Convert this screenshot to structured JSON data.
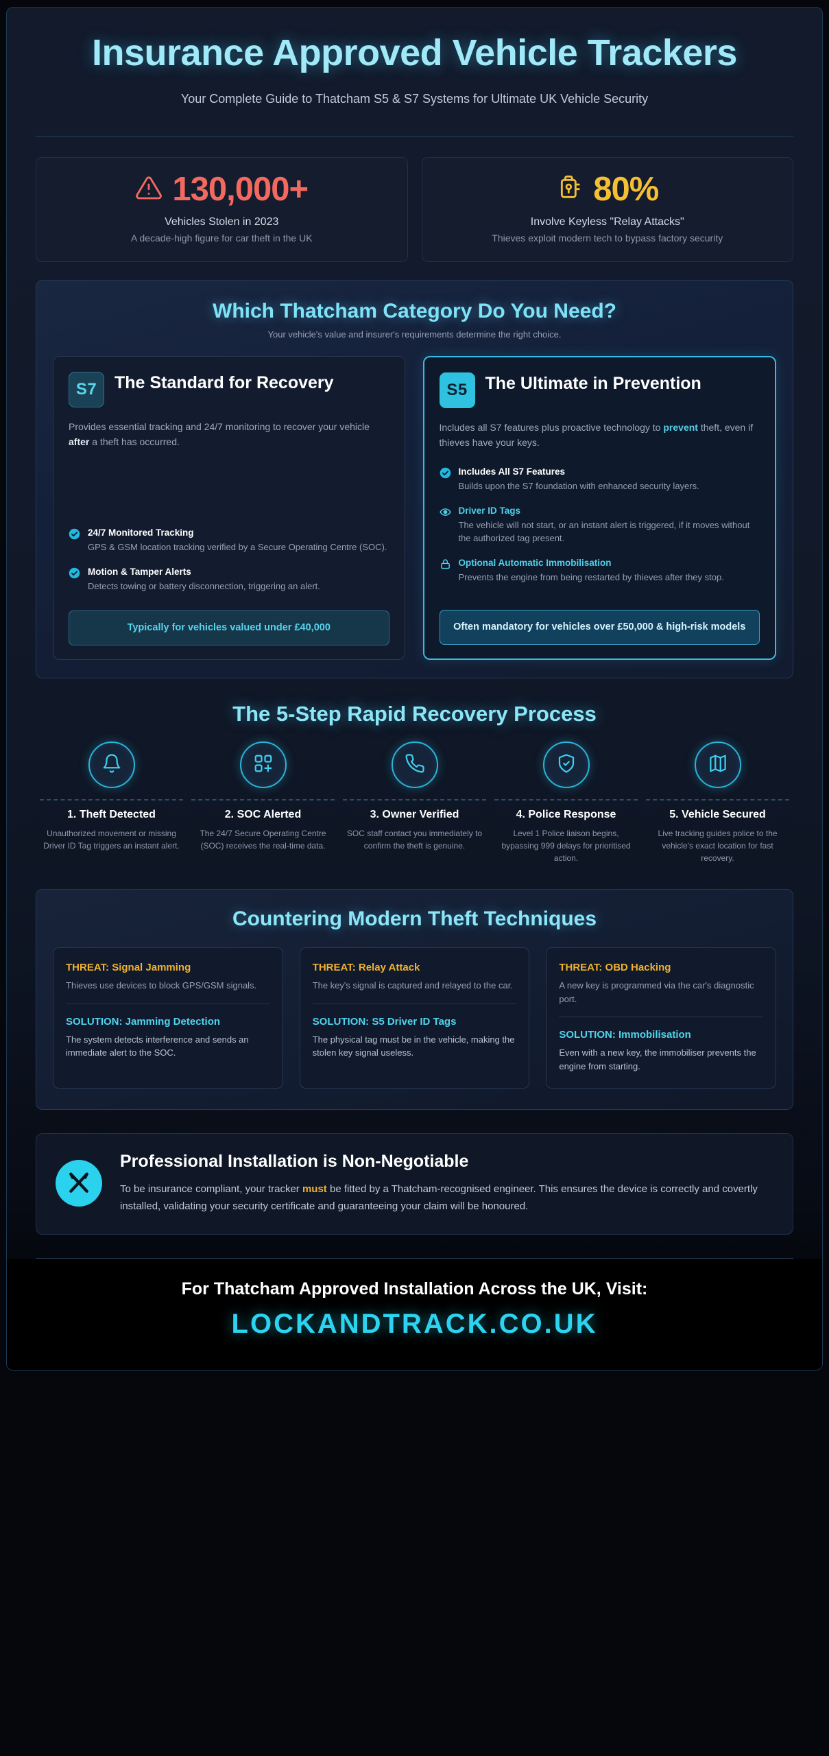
{
  "header": {
    "title": "Insurance Approved Vehicle Trackers",
    "subtitle": "Your Complete Guide to Thatcham S5 & S7 Systems for Ultimate UK Vehicle Security"
  },
  "stats": [
    {
      "icon": "warning-triangle-icon",
      "value": "130,000+",
      "color": "#f4695f",
      "label": "Vehicles Stolen in 2023",
      "note": "A decade-high figure for car theft in the UK"
    },
    {
      "icon": "key-fob-icon",
      "value": "80%",
      "color": "#f5bf33",
      "label": "Involve Keyless \"Relay Attacks\"",
      "note": "Thieves exploit modern tech to bypass factory security"
    }
  ],
  "category": {
    "title": "Which Thatcham Category Do You Need?",
    "subtitle": "Your vehicle's value and insurer's requirements determine the right choice.",
    "s7": {
      "badge": "S7",
      "title": "The Standard for Recovery",
      "desc_before": "Provides essential tracking and 24/7 monitoring to recover your vehicle ",
      "desc_bold": "after",
      "desc_after": " a theft has occurred.",
      "features": [
        {
          "icon": "check-circle-icon",
          "name": "24/7 Monitored Tracking",
          "text": "GPS & GSM location tracking verified by a Secure Operating Centre (SOC)."
        },
        {
          "icon": "check-circle-icon",
          "name": "Motion & Tamper Alerts",
          "text": "Detects towing or battery disconnection, triggering an alert."
        }
      ],
      "pill": "Typically for vehicles valued under £40,000"
    },
    "s5": {
      "badge": "S5",
      "title": "The Ultimate in Prevention",
      "desc_before": "Includes all S7 features plus proactive technology to ",
      "desc_bold": "prevent",
      "desc_after": " theft, even if thieves have your keys.",
      "features": [
        {
          "icon": "check-circle-icon",
          "name": "Includes All S7 Features",
          "text": "Builds upon the S7 foundation with enhanced security layers."
        },
        {
          "icon": "eye-icon",
          "name": "Driver ID Tags",
          "text": "The vehicle will not start, or an instant alert is triggered, if it moves without the authorized tag present."
        },
        {
          "icon": "lock-icon",
          "name": "Optional Automatic Immobilisation",
          "text": "Prevents the engine from being restarted by thieves after they stop."
        }
      ],
      "pill": "Often mandatory for vehicles over £50,000 & high-risk models"
    }
  },
  "process": {
    "title": "The 5-Step Rapid Recovery Process",
    "steps": [
      {
        "icon": "bell-icon",
        "name": "1. Theft Detected",
        "text": "Unauthorized movement or missing Driver ID Tag triggers an instant alert."
      },
      {
        "icon": "grid-add-icon",
        "name": "2. SOC Alerted",
        "text": "The 24/7 Secure Operating Centre (SOC) receives the real-time data."
      },
      {
        "icon": "phone-icon",
        "name": "3. Owner Verified",
        "text": "SOC staff contact you immediately to confirm the theft is genuine."
      },
      {
        "icon": "shield-check-icon",
        "name": "4. Police Response",
        "text": "Level 1 Police liaison begins, bypassing 999 delays for prioritised action."
      },
      {
        "icon": "map-icon",
        "name": "5. Vehicle Secured",
        "text": "Live tracking guides police to the vehicle's exact location for fast recovery."
      }
    ]
  },
  "threats": {
    "title": "Countering Modern Theft Techniques",
    "items": [
      {
        "threat_heading": "THREAT: Signal Jamming",
        "threat_body": "Thieves use devices to block GPS/GSM signals.",
        "solution_heading": "SOLUTION: Jamming Detection",
        "solution_body": "The system detects interference and sends an immediate alert to the SOC."
      },
      {
        "threat_heading": "THREAT: Relay Attack",
        "threat_body": "The key's signal is captured and relayed to the car.",
        "solution_heading": "SOLUTION: S5 Driver ID Tags",
        "solution_body": "The physical tag must be in the vehicle, making the stolen key signal useless."
      },
      {
        "threat_heading": "THREAT: OBD Hacking",
        "threat_body": "A new key is programmed via the car's diagnostic port.",
        "solution_heading": "SOLUTION: Immobilisation",
        "solution_body": "Even with a new key, the immobiliser prevents the engine from starting."
      }
    ]
  },
  "install": {
    "icon": "tools-cross-icon",
    "title": "Professional Installation is Non-Negotiable",
    "body_before": "To be insurance compliant, your tracker ",
    "body_bold": "must",
    "body_after": " be fitted by a Thatcham-recognised engineer. This ensures the device is correctly and covertly installed, validating your security certificate and guaranteeing your claim will be honoured."
  },
  "footer": {
    "line": "For Thatcham Approved Installation Across the UK, Visit:",
    "url": "LOCKANDTRACK.CO.UK"
  },
  "colors": {
    "accent_cyan": "#2dd4f0",
    "warning_red": "#f4695f",
    "warning_amber": "#f5bf33",
    "bg_dark": "#05070d"
  }
}
